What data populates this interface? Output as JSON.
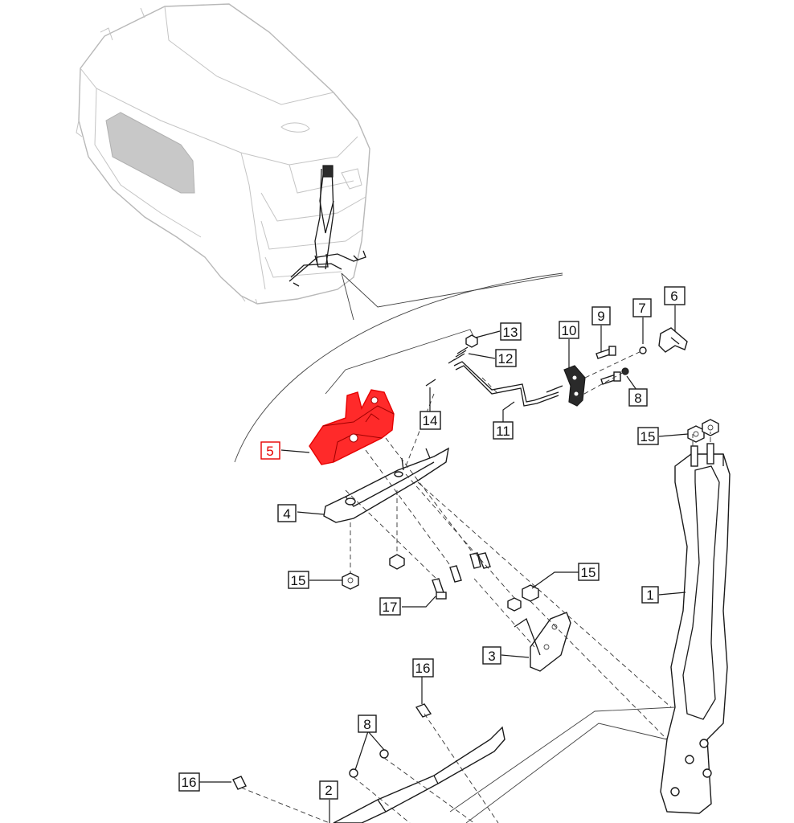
{
  "callouts": [
    {
      "id": "c1",
      "label": "1"
    },
    {
      "id": "c2",
      "label": "2"
    },
    {
      "id": "c3",
      "label": "3"
    },
    {
      "id": "c4",
      "label": "4"
    },
    {
      "id": "c5",
      "label": "5",
      "highlighted": true
    },
    {
      "id": "c6",
      "label": "6"
    },
    {
      "id": "c7",
      "label": "7"
    },
    {
      "id": "c8a",
      "label": "8"
    },
    {
      "id": "c8b",
      "label": "8"
    },
    {
      "id": "c9",
      "label": "9"
    },
    {
      "id": "c10",
      "label": "10"
    },
    {
      "id": "c11",
      "label": "11"
    },
    {
      "id": "c12",
      "label": "12"
    },
    {
      "id": "c13",
      "label": "13"
    },
    {
      "id": "c14",
      "label": "14"
    },
    {
      "id": "c15a",
      "label": "15"
    },
    {
      "id": "c15b",
      "label": "15"
    },
    {
      "id": "c15c",
      "label": "15"
    },
    {
      "id": "c16a",
      "label": "16"
    },
    {
      "id": "c16b",
      "label": "16"
    },
    {
      "id": "c17",
      "label": "17"
    }
  ],
  "colors": {
    "highlight": "#ff2a2a",
    "line": "#1a1a1a",
    "hood": "#b8b8b8"
  }
}
